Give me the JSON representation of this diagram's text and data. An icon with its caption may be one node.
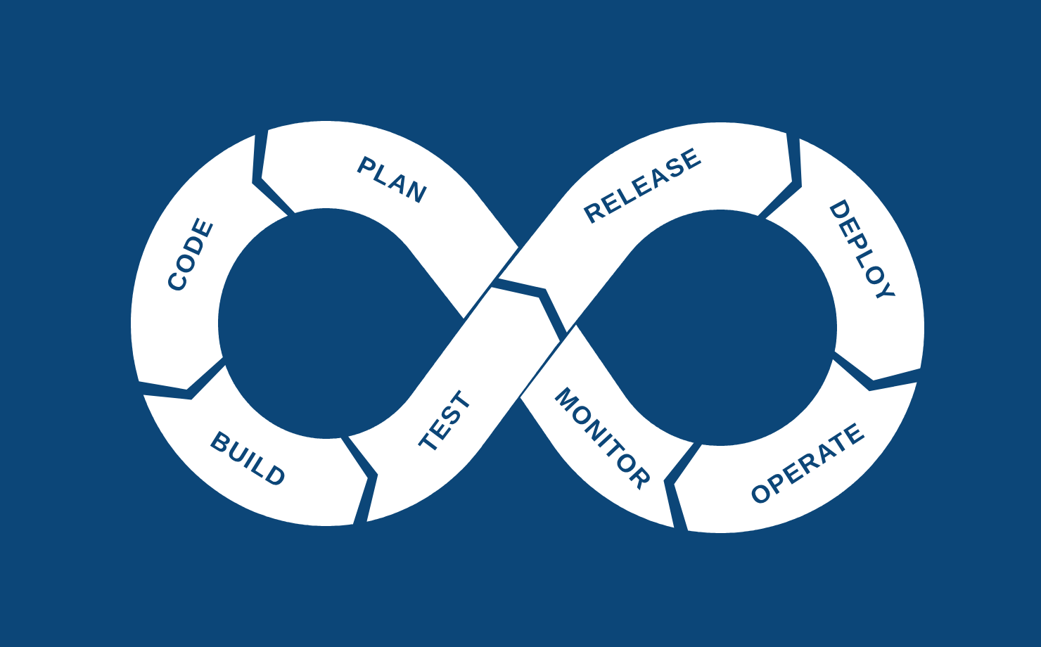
{
  "diagram": {
    "nodes": [
      {
        "text": [
          "PLAN"
        ]
      },
      {
        "text": [
          "CODE"
        ]
      },
      {
        "text": [
          "BUILD"
        ]
      },
      {
        "text": [
          "TEST"
        ]
      },
      {
        "text": [
          "RELEASE"
        ]
      },
      {
        "text": [
          "DEPLOY"
        ]
      },
      {
        "text": [
          "OPERATE"
        ]
      },
      {
        "text": [
          "MONITOR"
        ]
      }
    ]
  }
}
